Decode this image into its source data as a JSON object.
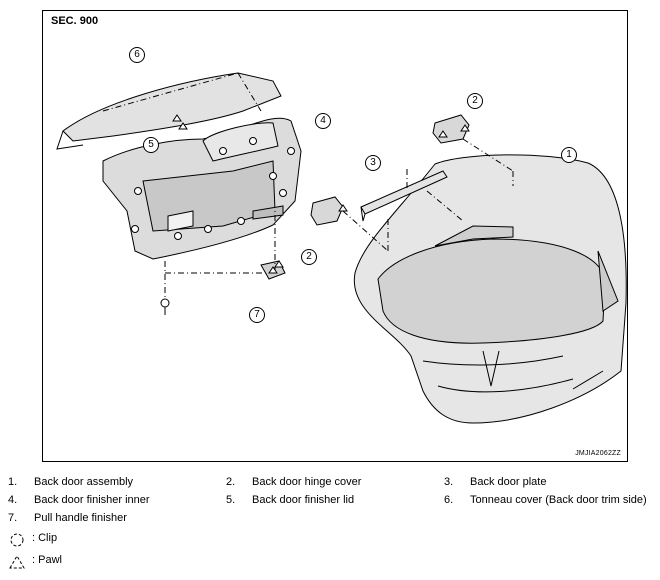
{
  "figure": {
    "section": "SEC. 900",
    "code": "JMJIA2062ZZ",
    "callouts": [
      "1",
      "2",
      "2",
      "3",
      "4",
      "5",
      "6",
      "7"
    ]
  },
  "legend": {
    "items": [
      {
        "num": "1.",
        "label": "Back door assembly"
      },
      {
        "num": "2.",
        "label": "Back door hinge cover"
      },
      {
        "num": "3.",
        "label": "Back door plate"
      },
      {
        "num": "4.",
        "label": "Back door finisher inner"
      },
      {
        "num": "5.",
        "label": "Back door finisher lid"
      },
      {
        "num": "6.",
        "label": "Tonneau cover (Back door trim side)"
      },
      {
        "num": "7.",
        "label": "Pull handle finisher"
      }
    ],
    "symbols": [
      {
        "icon": "clip-icon",
        "label": ": Clip"
      },
      {
        "icon": "pawl-icon",
        "label": ": Pawl"
      }
    ]
  }
}
